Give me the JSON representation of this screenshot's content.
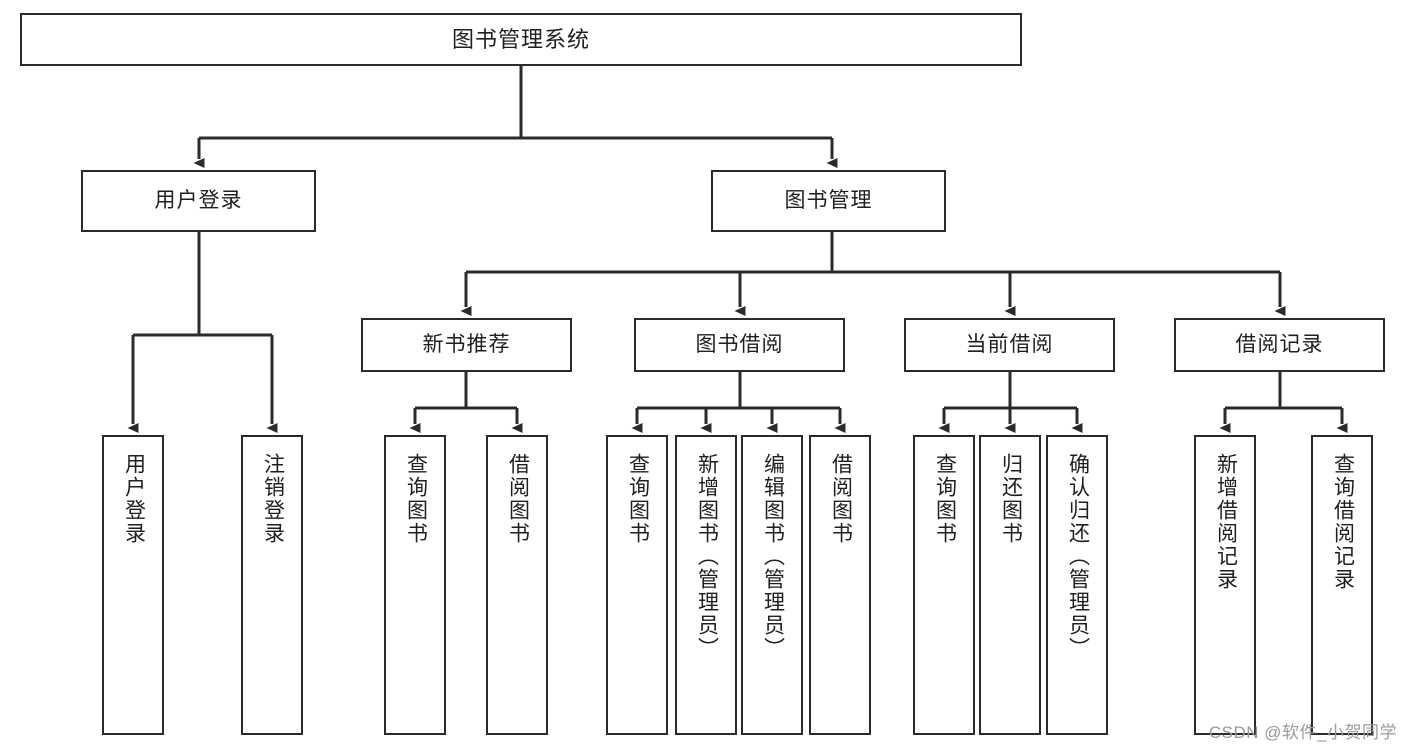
{
  "diagram": {
    "title": "图书管理系统",
    "type": "tree-hierarchy-chart",
    "watermark": "CSDN @软件_小贺同学",
    "colors": {
      "background": "#ffffff",
      "box_border": "#2b2b2b",
      "box_fill": "#ffffff",
      "text": "#1f1f1f",
      "connector": "#2b2b2b",
      "watermark": "#9a9a9a"
    },
    "root": {
      "label": "图书管理系统"
    },
    "level2": [
      {
        "id": "user-login",
        "label": "用户登录"
      },
      {
        "id": "book-manage",
        "label": "图书管理"
      }
    ],
    "level3": [
      {
        "id": "new-book-recommend",
        "label": "新书推荐"
      },
      {
        "id": "book-borrow",
        "label": "图书借阅"
      },
      {
        "id": "current-borrow",
        "label": "当前借阅"
      },
      {
        "id": "borrow-record",
        "label": "借阅记录"
      }
    ],
    "leaves": {
      "user-login": [
        {
          "id": "leaf-user-login",
          "label": "用户登录"
        },
        {
          "id": "leaf-logout-login",
          "label": "注销登录"
        }
      ],
      "new-book-recommend": [
        {
          "id": "leaf-query-book-1",
          "label": "查询图书"
        },
        {
          "id": "leaf-borrow-book-1",
          "label": "借阅图书"
        }
      ],
      "book-borrow": [
        {
          "id": "leaf-query-book-2",
          "label": "查询图书"
        },
        {
          "id": "leaf-add-book-admin",
          "label": "新增图书（管理员）"
        },
        {
          "id": "leaf-edit-book-admin",
          "label": "编辑图书（管理员）"
        },
        {
          "id": "leaf-borrow-book-2",
          "label": "借阅图书"
        }
      ],
      "current-borrow": [
        {
          "id": "leaf-query-book-3",
          "label": "查询图书"
        },
        {
          "id": "leaf-return-book",
          "label": "归还图书"
        },
        {
          "id": "leaf-confirm-return-admin",
          "label": "确认归还（管理员）"
        }
      ],
      "borrow-record": [
        {
          "id": "leaf-add-borrow-record",
          "label": "新增借阅记录"
        },
        {
          "id": "leaf-query-borrow-record",
          "label": "查询借阅记录"
        }
      ]
    }
  }
}
